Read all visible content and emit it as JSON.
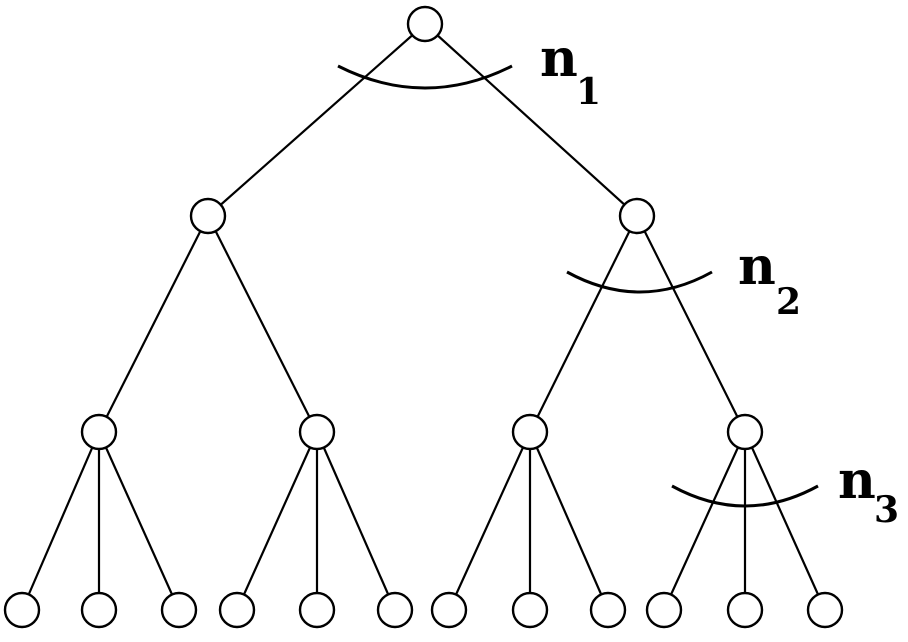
{
  "diagram": {
    "type": "tree",
    "levels": [
      {
        "nodes": 1
      },
      {
        "nodes": 2
      },
      {
        "nodes": 4
      },
      {
        "nodes": 12
      }
    ],
    "branching_labels": [
      {
        "id": "n1",
        "base": "n",
        "subscript": "1"
      },
      {
        "id": "n2",
        "base": "n",
        "subscript": "2"
      },
      {
        "id": "n3",
        "base": "n",
        "subscript": "3"
      }
    ]
  }
}
